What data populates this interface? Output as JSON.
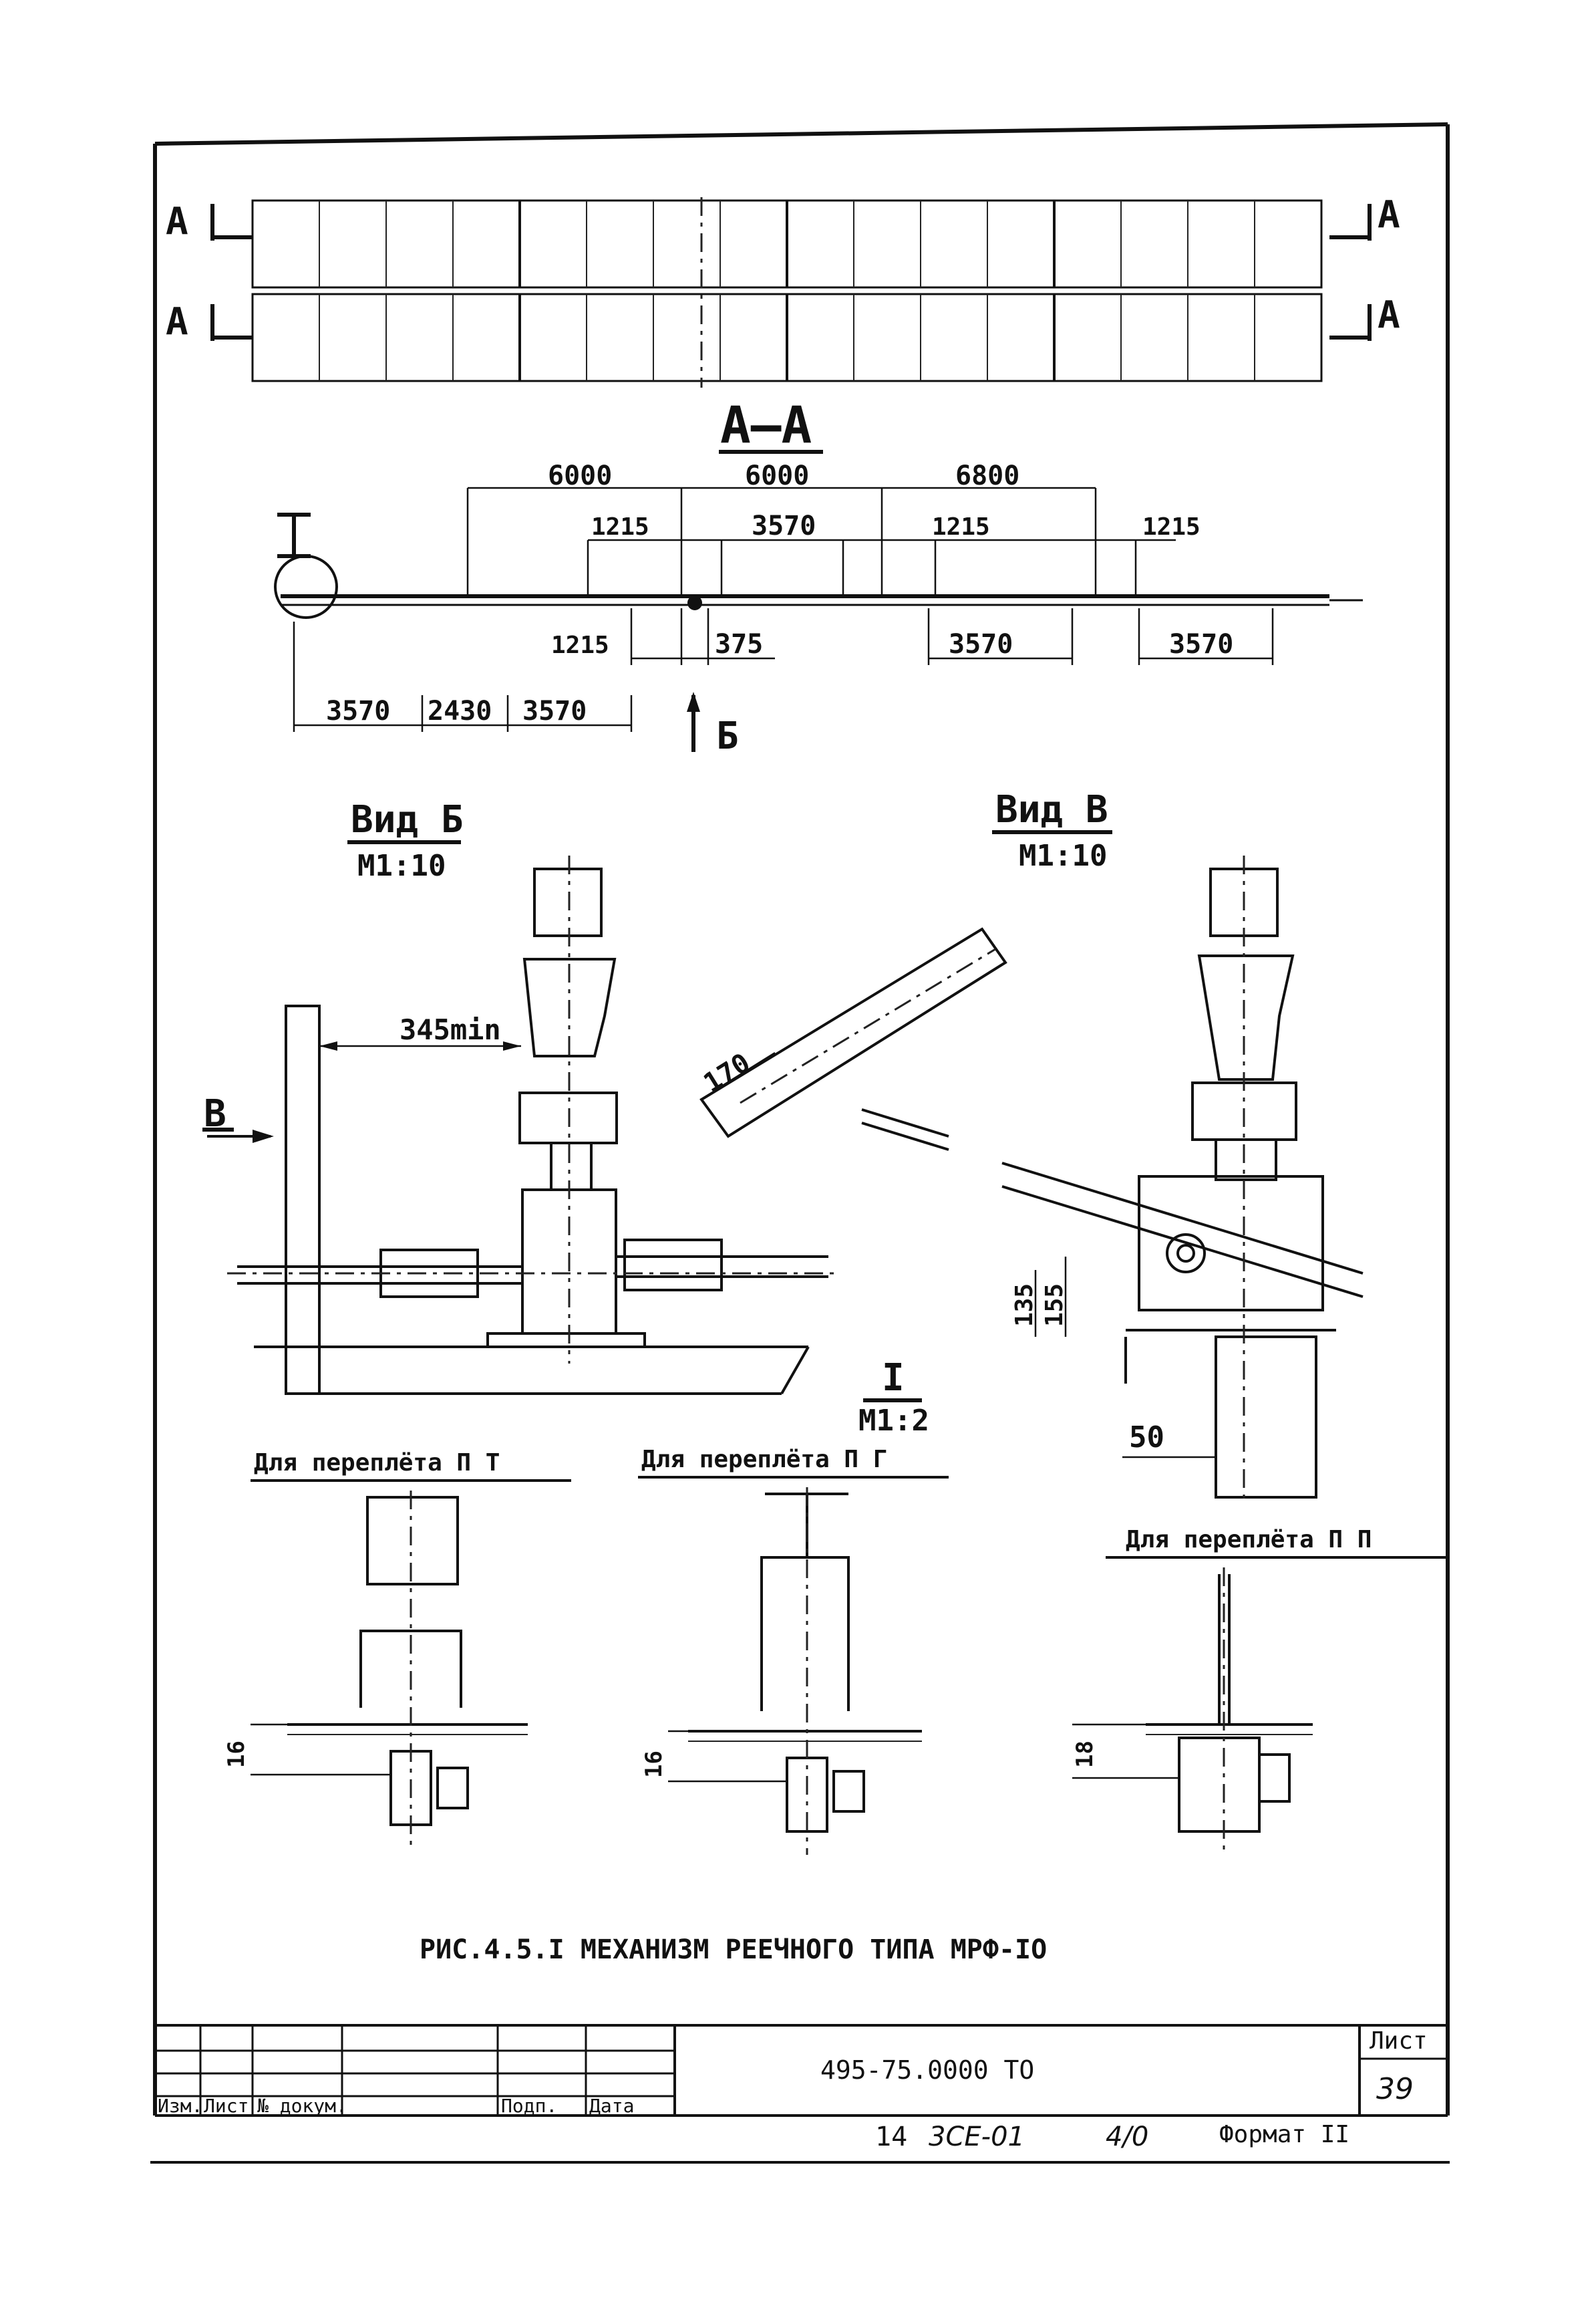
{
  "plan": {
    "mark_left": "A",
    "mark_right": "A"
  },
  "section_title": "A–A",
  "dims_top": [
    "6000",
    "6000",
    "6800"
  ],
  "dims_mid": [
    "1215",
    "3570",
    "1215",
    "1215"
  ],
  "dims_low": [
    "1215",
    "375",
    "3570",
    "3570"
  ],
  "dims_bottom": [
    "3570",
    "2430",
    "3570"
  ],
  "marker_i": "I",
  "section_mark_b": "Б",
  "view_b": {
    "title": "Вид Б",
    "scale": "М1:10",
    "dim_min": "345min",
    "arrow": "В"
  },
  "view_v": {
    "title": "Вид В",
    "scale": "М1:10",
    "dim_170": "170",
    "dim_135": "135",
    "dim_155": "155",
    "dim_50": "50"
  },
  "detail": {
    "title": "I",
    "scale": "М1:2"
  },
  "variants": [
    {
      "label": "Для переплёта П Т",
      "dim": "16"
    },
    {
      "label": "Для переплёта П Г",
      "dim": "16"
    },
    {
      "label": "Для переплёта П П",
      "dim": "18"
    }
  ],
  "caption": "РИС.4.5.I  МЕХАНИЗМ  РЕЕЧНОГО ТИПА МРФ-IО",
  "title_block": {
    "code": "495-75.0000 ТО",
    "sheet_label": "Лист",
    "sheet_no": "39",
    "cols": [
      "Изм.",
      "Лист",
      "№ докум.",
      "Подп.",
      "Дата"
    ],
    "footer_num": "14",
    "footer_hand1": "3СЕ-01",
    "footer_hand2": "4/0",
    "format": "Формат II"
  }
}
